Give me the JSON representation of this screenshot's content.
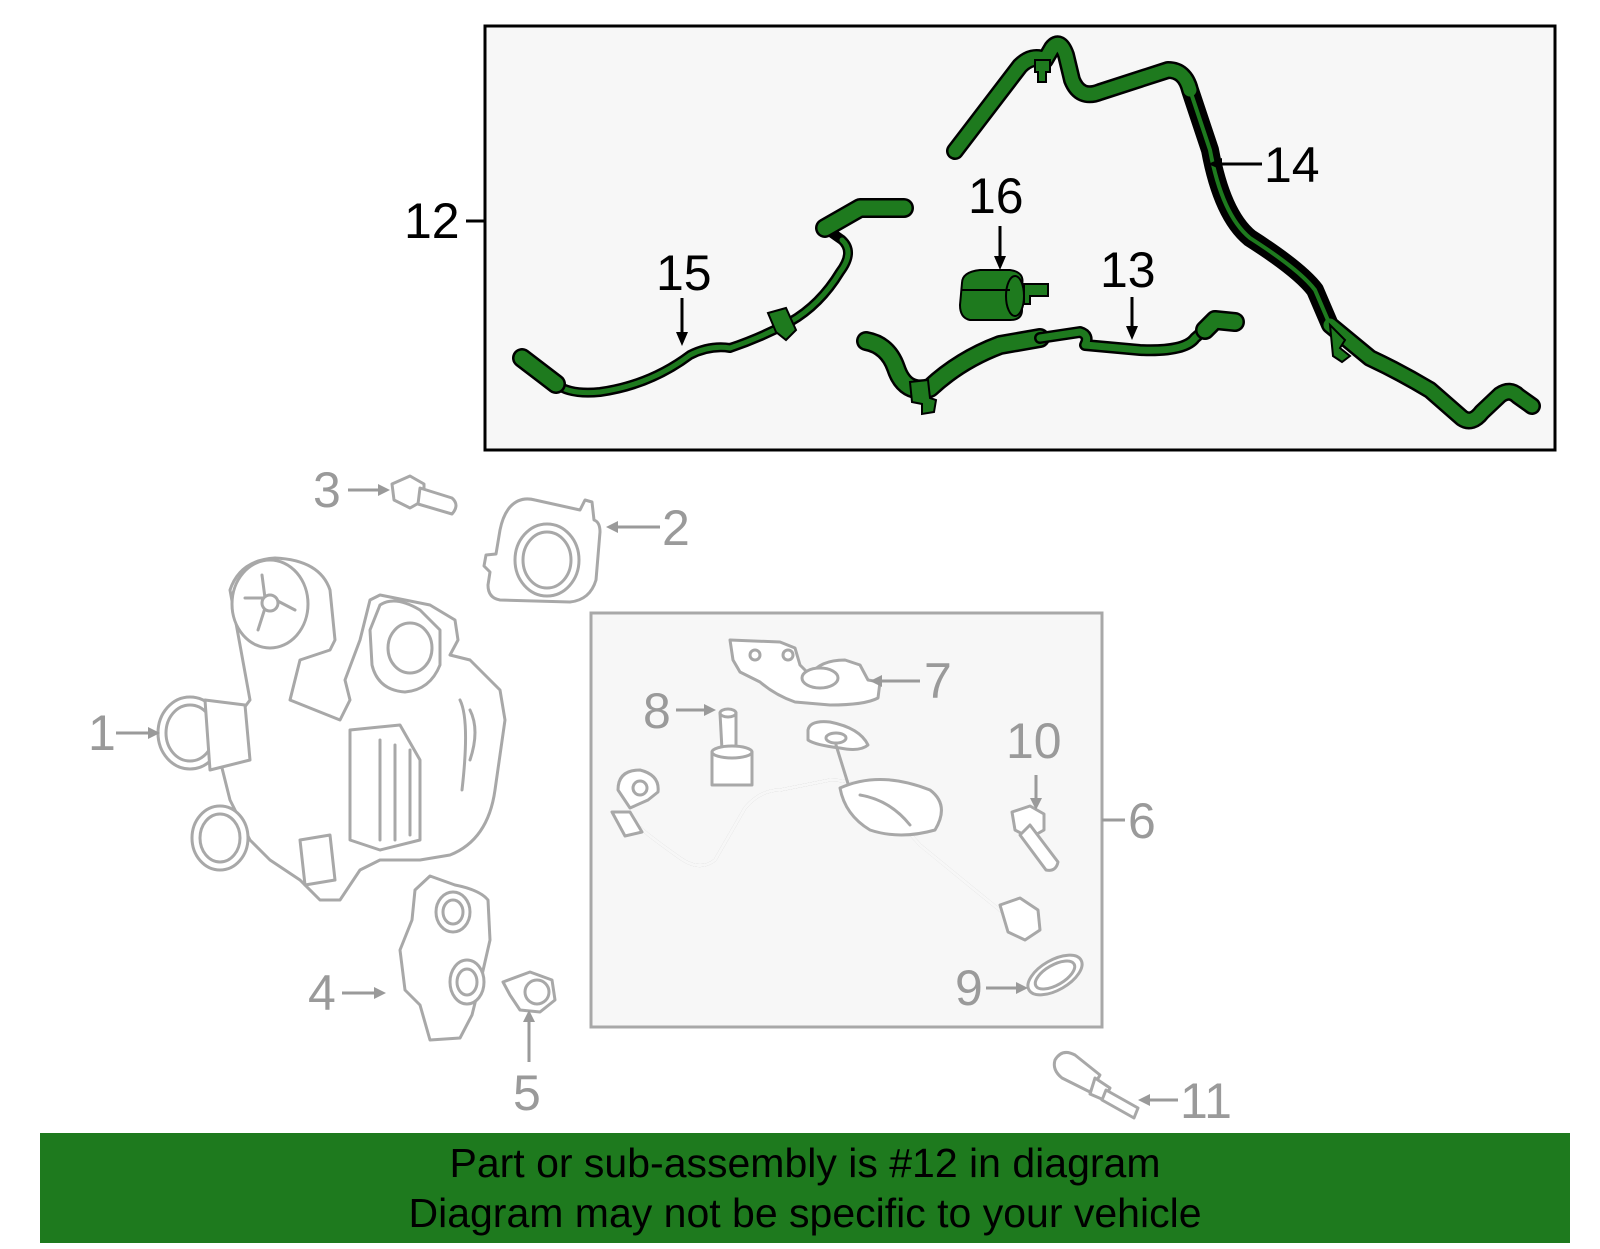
{
  "callouts": {
    "c1": "1",
    "c2": "2",
    "c3": "3",
    "c4": "4",
    "c5": "5",
    "c6": "6",
    "c7": "7",
    "c8": "8",
    "c9": "9",
    "c10": "10",
    "c11": "11",
    "c12": "12",
    "c13": "13",
    "c14": "14",
    "c15": "15",
    "c16": "16"
  },
  "banner": {
    "line1": "Part or sub-assembly is #12 in diagram",
    "line2": "Diagram may not be specific to your vehicle"
  },
  "colors": {
    "highlight": "#1e7a1e",
    "part_gray": "#a8a8a8",
    "box_fill": "#f7f7f7"
  }
}
